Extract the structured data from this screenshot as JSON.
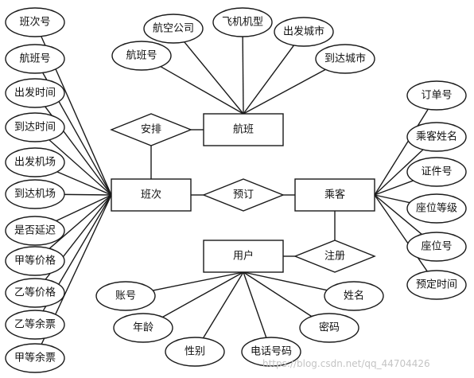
{
  "entities": {
    "flight": "航班",
    "schedule": "班次",
    "passenger": "乘客",
    "user": "用户"
  },
  "relationships": {
    "arrange": "安排",
    "book": "预订",
    "register": "注册"
  },
  "attributes": {
    "flight": [
      "航班号",
      "航空公司",
      "飞机机型",
      "出发城市",
      "到达城市"
    ],
    "schedule": [
      "班次号",
      "航班号",
      "出发时间",
      "到达时间",
      "出发机场",
      "到达机场",
      "是否延迟",
      "甲等价格",
      "乙等价格",
      "乙等余票",
      "甲等余票"
    ],
    "passenger": [
      "订单号",
      "乘客姓名",
      "证件号",
      "座位等级",
      "座位号",
      "预定时间"
    ],
    "user": [
      "账号",
      "年龄",
      "性别",
      "电话号码",
      "密码",
      "姓名"
    ]
  },
  "watermark": "https://blog.csdn.net/qq_44704426"
}
